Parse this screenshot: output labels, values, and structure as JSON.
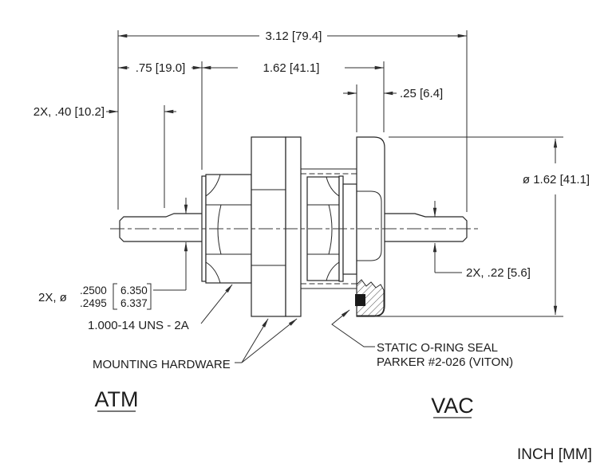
{
  "drawing": {
    "type": "engineering-drawing",
    "units_note": "INCH [MM]",
    "colors": {
      "line": "#262626",
      "background": "#ffffff",
      "oring_fill": "#1a1a1a"
    },
    "side_labels": {
      "atmosphere": "ATM",
      "vacuum": "VAC"
    },
    "dimensions": {
      "overall_length": "3.12 [79.4]",
      "exposed_shaft_length": ".75 [19.0]",
      "body_length": "1.62 [41.1]",
      "shaft_step_length": "2X, .40 [10.2]",
      "flange_thickness": ".25 [6.4]",
      "flange_diameter": "ø 1.62 [41.1]",
      "shaft_tip_diameter": "2X, .22 [5.6]",
      "shaft_fit_prefix": "2X, ø",
      "shaft_fit_inch_max": ".2500",
      "shaft_fit_inch_min": ".2495",
      "shaft_fit_mm_max": "6.350",
      "shaft_fit_mm_min": "6.337",
      "thread_callout": "1.000-14 UNS - 2A"
    },
    "callouts": {
      "mounting_hardware": "MOUNTING HARDWARE",
      "oring_seal_line1": "STATIC O-RING SEAL",
      "oring_seal_line2": "PARKER #2-026 (VITON)"
    }
  }
}
